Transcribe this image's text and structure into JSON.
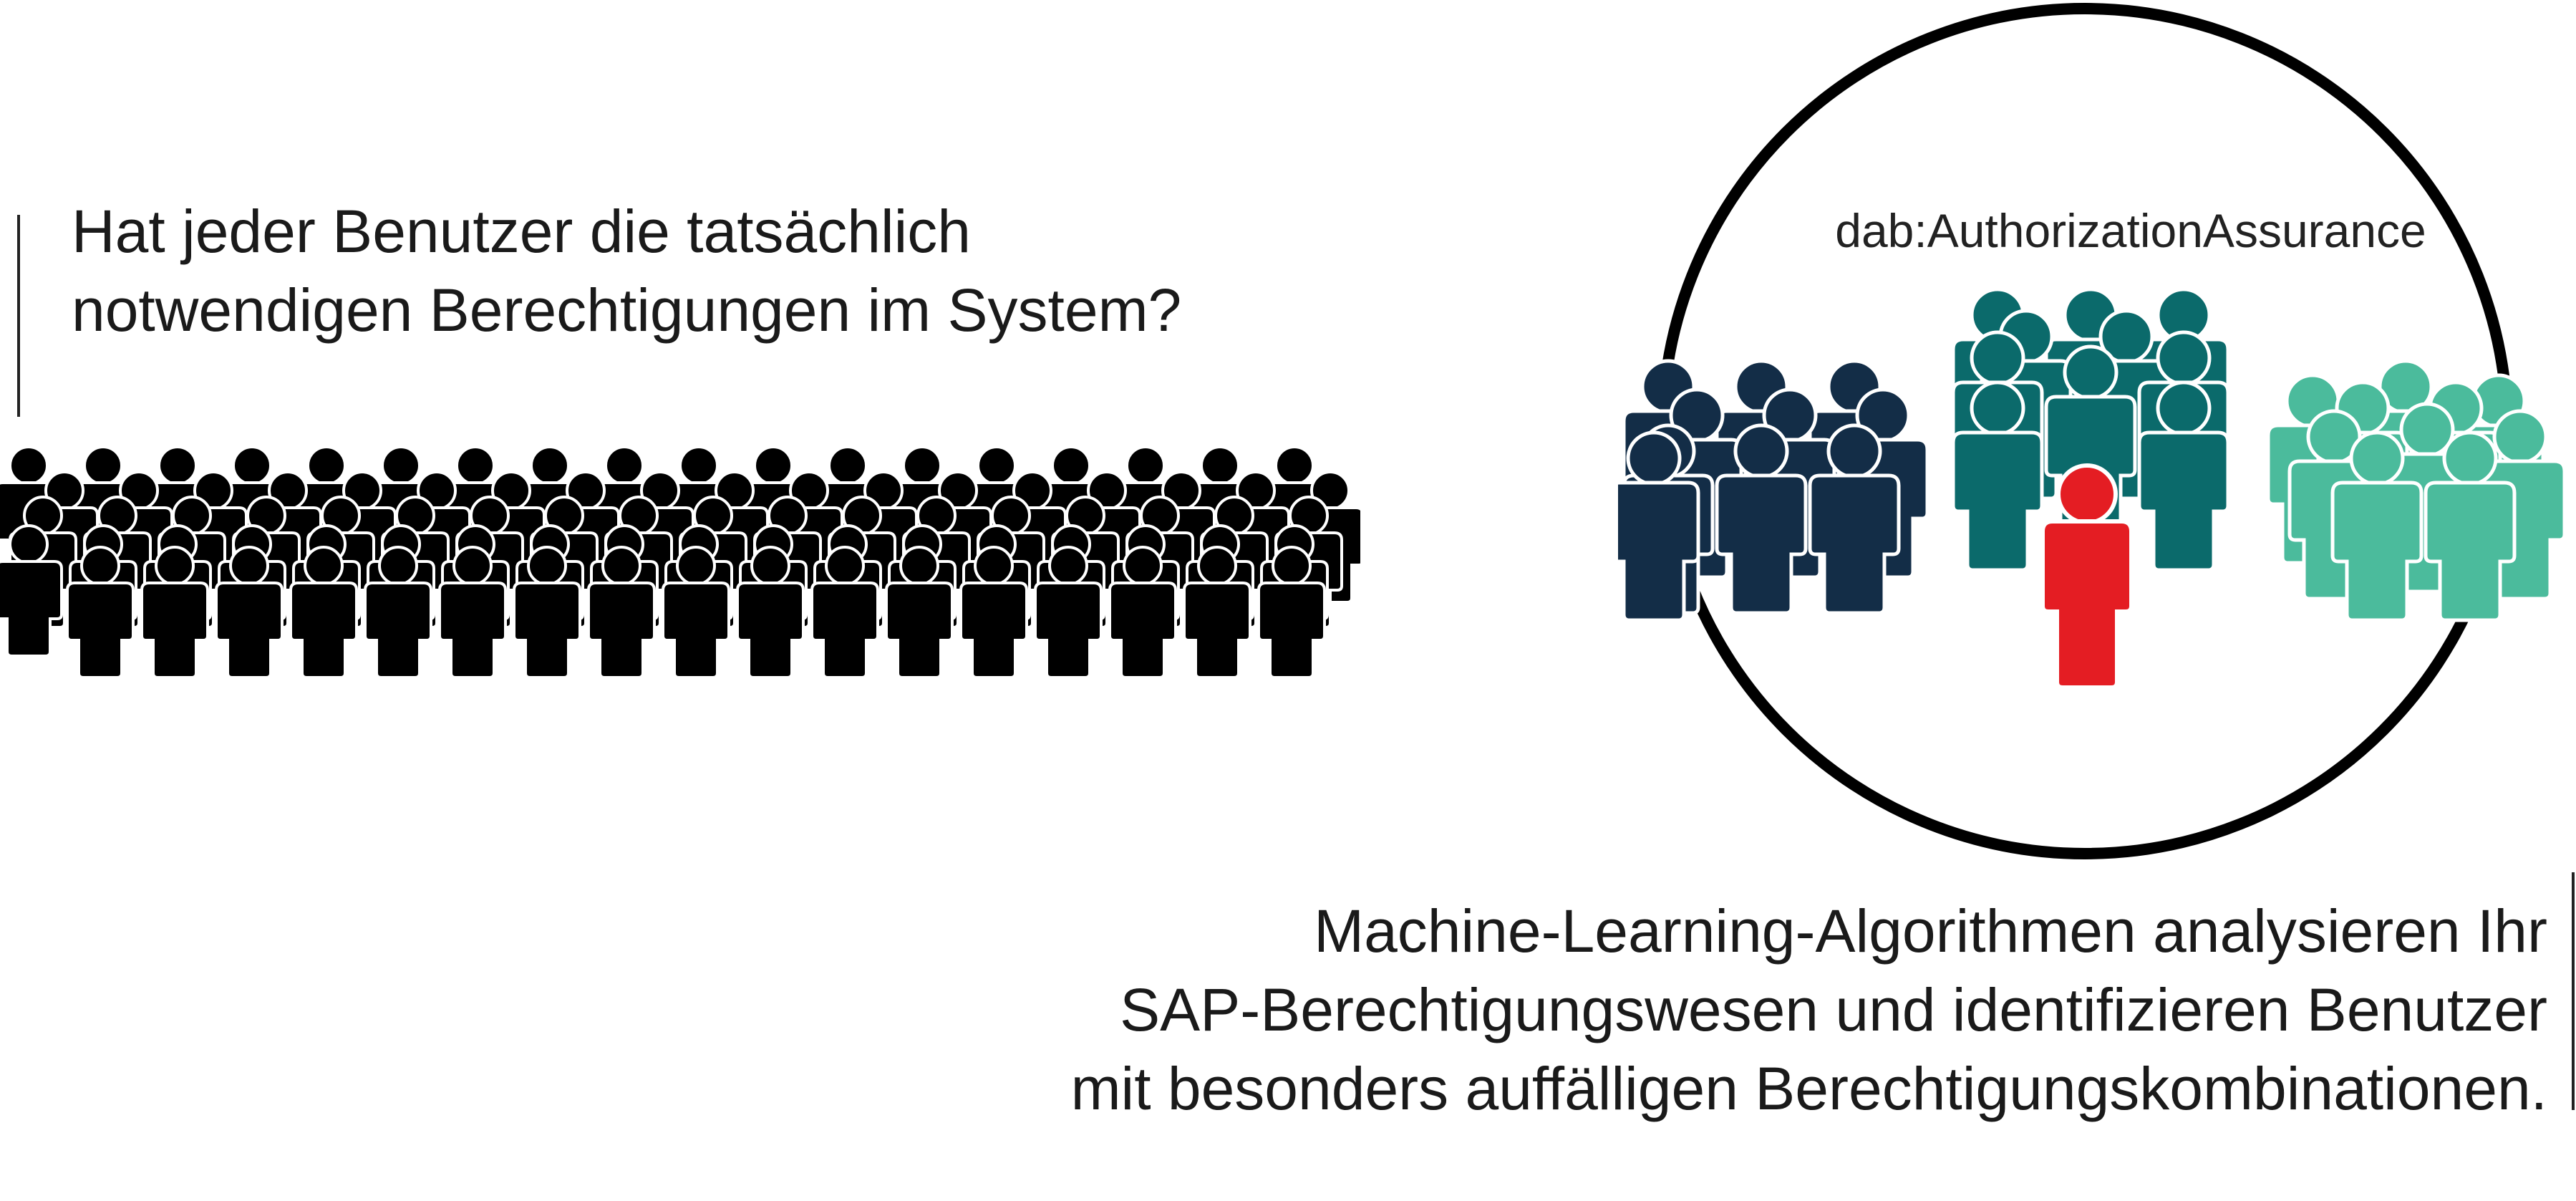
{
  "question": {
    "lines": [
      "Hat jeder Benutzer die tatsächlich",
      "notwendigen Berechtigungen im System?"
    ]
  },
  "brand": {
    "label": "dab:AuthorizationAssurance"
  },
  "answer": {
    "lines": [
      "Machine-Learning-Algorithmen analysieren Ihr",
      "SAP-Berechtigungswesen und identifizieren Benutzer",
      "mit besonders auffälligen Berechtigungskombinationen."
    ]
  },
  "colors": {
    "crowd": "#000000",
    "group_dark": "#132d47",
    "group_teal": "#0b6a6b",
    "group_mint": "#4bbb9c",
    "outlier": "#e41d23",
    "circle": "#000000"
  },
  "icons": {
    "person": "person-icon"
  }
}
